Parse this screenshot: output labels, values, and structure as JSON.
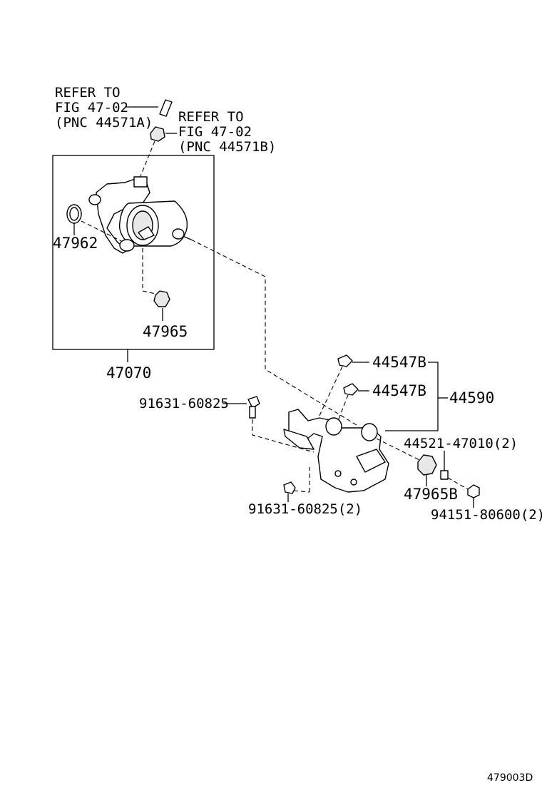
{
  "refs": {
    "a": {
      "line1": "REFER TO",
      "line2": "FIG 47-02",
      "line3": "(PNC 44571A)"
    },
    "b": {
      "line1": "REFER TO",
      "line2": "FIG 47-02",
      "line3": "(PNC 44571B)"
    }
  },
  "parts": {
    "p47962": "47962",
    "p47965": "47965",
    "p47070": "47070",
    "p44547B_1": "44547B",
    "p44547B_2": "44547B",
    "p44590": "44590",
    "p91631_a": "91631-60825",
    "p44521": "44521-47010(2)",
    "p47965B": "47965B",
    "p91631_b": "91631-60825(2)",
    "p94151": "94151-80600(2)"
  },
  "figure_code": "479003D"
}
